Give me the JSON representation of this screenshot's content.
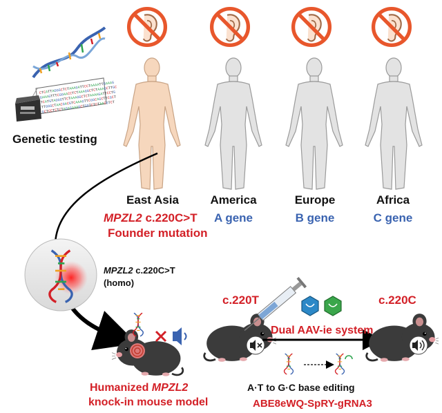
{
  "genetic_testing": {
    "label": "Genetic testing",
    "sequence_lines": [
      "CTCATTAGGGCTCTAAAGATTCCTAAAATTGAAAG",
      "GAAAGTTTCGGAACCTCTAAAGGCTCTAAAGCTTGC",
      "TCATGTAGGGTTCTAAAGGCTCTAAAAGATTCCTG",
      "TTGGGCTAACGACGTCAAAGTTCGGCAGCTTCGCT",
      "GCTCCTCTCTAGAGAAAGCTGGTCTCTAACGTCT"
    ]
  },
  "populations": [
    {
      "region": "East Asia",
      "gene": "",
      "highlight": true
    },
    {
      "region": "America",
      "gene": "A gene",
      "highlight": false
    },
    {
      "region": "Europe",
      "gene": "B gene",
      "highlight": false
    },
    {
      "region": "Africa",
      "gene": "C gene",
      "highlight": false
    }
  ],
  "founder": {
    "gene_italic": "MPZL2",
    "variant": " c.220C>T",
    "subtitle": "Founder mutation"
  },
  "homo": {
    "gene_italic": "MPZL2",
    "variant": " c.220C>T",
    "zygosity": "(homo)"
  },
  "mouse_model": {
    "line1_prefix": "Humanized ",
    "line1_italic": "MPZL2",
    "line2": "knock-in mouse model"
  },
  "treatment": {
    "before_label": "c.220T",
    "after_label": "c.220C",
    "system": "Dual AAV-ie system",
    "editing": "A·T to G·C base editing",
    "construct": "ABE8eWQ-SpRY-gRNA3"
  },
  "colors": {
    "accent_red": "#d32027",
    "gene_blue": "#3a63b0",
    "skin_highlight": "#f6d7bd",
    "skin_grey": "#e3e3e3",
    "mouse": "#3b3b3b"
  },
  "icons": [
    "no-hearing-icon",
    "dna-helix-icon",
    "sequencer-icon",
    "syringe-icon",
    "aav-capsid-icon",
    "mute-speaker-icon",
    "sound-speaker-icon"
  ]
}
